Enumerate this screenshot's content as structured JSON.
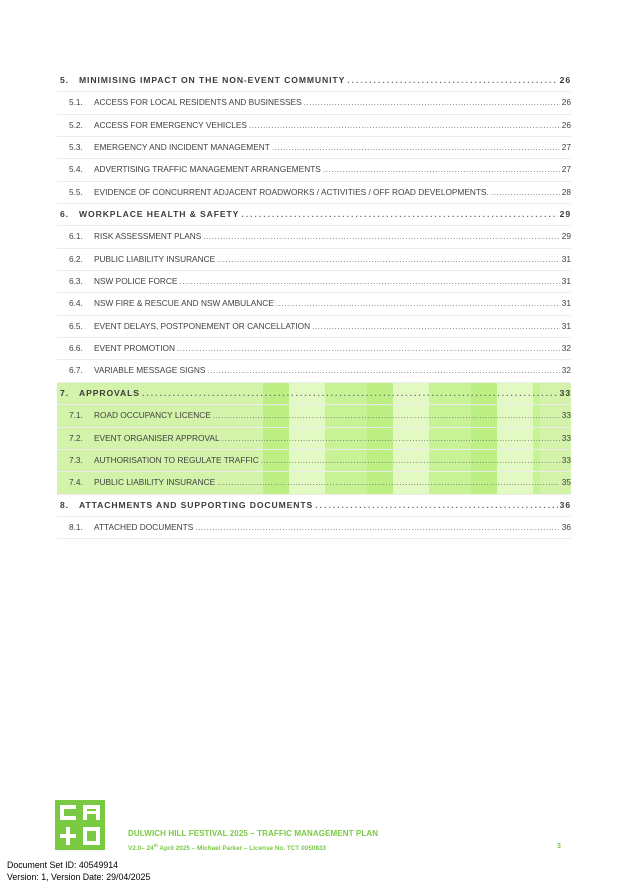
{
  "toc": [
    {
      "kind": "sec",
      "num": "5.",
      "title": "MINIMISING IMPACT ON THE NON-EVENT COMMUNITY",
      "page": "26",
      "highlight": false
    },
    {
      "kind": "sub",
      "num": "5.1.",
      "title": "ACCESS FOR LOCAL RESIDENTS AND BUSINESSES",
      "page": "26",
      "highlight": false
    },
    {
      "kind": "sub",
      "num": "5.2.",
      "title": "ACCESS FOR EMERGENCY VEHICLES",
      "page": "26",
      "highlight": false
    },
    {
      "kind": "sub",
      "num": "5.3.",
      "title": "EMERGENCY AND INCIDENT MANAGEMENT",
      "page": "27",
      "highlight": false
    },
    {
      "kind": "sub",
      "num": "5.4.",
      "title": "ADVERTISING TRAFFIC MANAGEMENT ARRANGEMENTS",
      "page": "27",
      "highlight": false
    },
    {
      "kind": "sub",
      "num": "5.5.",
      "title": "EVIDENCE OF CONCURRENT ADJACENT ROADWORKS / ACTIVITIES / OFF ROAD DEVELOPMENTS.",
      "page": "28",
      "highlight": false
    },
    {
      "kind": "sec",
      "num": "6.",
      "title": "WORKPLACE HEALTH & SAFETY",
      "page": "29",
      "highlight": false
    },
    {
      "kind": "sub",
      "num": "6.1.",
      "title": "RISK ASSESSMENT PLANS",
      "page": "29",
      "highlight": false
    },
    {
      "kind": "sub",
      "num": "6.2.",
      "title": "PUBLIC LIABILITY INSURANCE",
      "page": "31",
      "highlight": false
    },
    {
      "kind": "sub",
      "num": "6.3.",
      "title": "NSW POLICE FORCE",
      "page": "31",
      "highlight": false
    },
    {
      "kind": "sub",
      "num": "6.4.",
      "title": "NSW FIRE & RESCUE AND NSW AMBULANCE",
      "page": "31",
      "highlight": false
    },
    {
      "kind": "sub",
      "num": "6.5.",
      "title": "EVENT DELAYS, POSTPONEMENT OR CANCELLATION",
      "page": "31",
      "highlight": false
    },
    {
      "kind": "sub",
      "num": "6.6.",
      "title": "EVENT PROMOTION",
      "page": "32",
      "highlight": false
    },
    {
      "kind": "sub",
      "num": "6.7.",
      "title": "VARIABLE MESSAGE SIGNS",
      "page": "32",
      "highlight": false
    },
    {
      "kind": "sec",
      "num": "7.",
      "title": "APPROVALS",
      "page": "33",
      "highlight": true
    },
    {
      "kind": "sub",
      "num": "7.1.",
      "title": "ROAD OCCUPANCY LICENCE",
      "page": "33",
      "highlight": true
    },
    {
      "kind": "sub",
      "num": "7.2.",
      "title": "EVENT ORGANISER APPROVAL",
      "page": "33",
      "highlight": true
    },
    {
      "kind": "sub",
      "num": "7.3.",
      "title": "AUTHORISATION TO REGULATE TRAFFIC",
      "page": "33",
      "highlight": true
    },
    {
      "kind": "sub",
      "num": "7.4.",
      "title": "PUBLIC LIABILITY INSURANCE",
      "page": "35",
      "highlight": true
    },
    {
      "kind": "sec",
      "num": "8.",
      "title": "ATTACHMENTS AND SUPPORTING DOCUMENTS",
      "page": "36",
      "highlight": false
    },
    {
      "kind": "sub",
      "num": "8.1.",
      "title": "ATTACHED DOCUMENTS",
      "page": "36",
      "highlight": false
    }
  ],
  "footer": {
    "title": "DULWICH HILL FESTIVAL 2025 – TRAFFIC MANAGEMENT PLAN",
    "version": "V2.0– 24",
    "version_sup": "th",
    "version_rest": " April 2025 – Michael Parker – License No. TCT 0050833",
    "page": "3",
    "logo_color": "#7ac943"
  },
  "doc_info": {
    "set_id": "Document Set ID: 40549914",
    "version": "Version: 1, Version Date: 29/04/2025"
  }
}
